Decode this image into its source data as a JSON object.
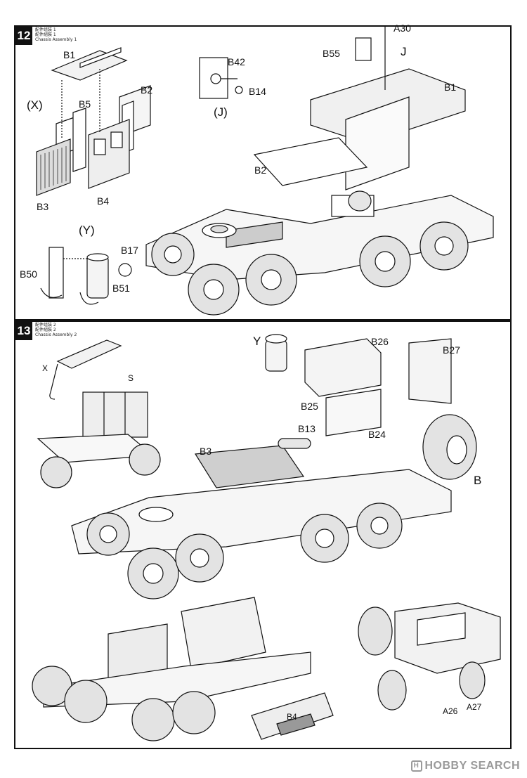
{
  "step12": {
    "number": "12",
    "title_cn_1": "配件组装 1",
    "title_cn_2": "配件組裝 1",
    "title_en": "Chassis Assembly 1",
    "parts": {
      "a30": "A30",
      "b55": "B55",
      "j": "J",
      "b1_top": "B1",
      "b1_roof": "B1",
      "b2_panel": "B2",
      "b2_frame": "B2",
      "x": "(X)",
      "b5": "B5",
      "b3": "B3",
      "b4": "B4",
      "b42": "B42",
      "b14": "B14",
      "j_detail": "(J)",
      "y_detail": "(Y)",
      "b17": "B17",
      "b50": "B50",
      "b51": "B51"
    }
  },
  "step13": {
    "number": "13",
    "title_cn_1": "配件组装 2",
    "title_cn_2": "配件組裝 2",
    "title_en": "Chassis Assembly 2",
    "parts": {
      "y": "Y",
      "b26": "B26",
      "b27": "B27",
      "b25": "B25",
      "b24": "B24",
      "b13": "B13",
      "b3": "B3",
      "b": "B",
      "x": "X",
      "s": "S",
      "b4": "B4",
      "a26": "A26",
      "a27": "A27"
    }
  },
  "watermark": {
    "logo": "H",
    "text": "HOBBY SEARCH"
  }
}
